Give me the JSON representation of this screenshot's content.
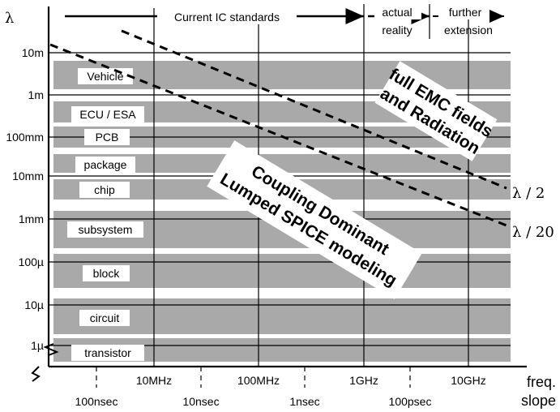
{
  "axes": {
    "y_symbol": "λ",
    "y_ticks": [
      "10m",
      "1m",
      "100mm",
      "10mm",
      "1mm",
      "100µ",
      "10µ",
      "1µ"
    ],
    "x_ticks_top": [
      "10MHz",
      "100MHz",
      "1GHz",
      "10GHz"
    ],
    "x_ticks_bottom": [
      "100nsec",
      "10nsec",
      "1nsec",
      "100psec"
    ],
    "x_label_1": "freq.",
    "x_label_2": "slope"
  },
  "header": {
    "current": "Current IC standards",
    "actual_1": "actual",
    "actual_2": "reality",
    "further_1": "further",
    "further_2": "extension"
  },
  "bands": [
    "Vehicle",
    "ECU / ESA",
    "PCB",
    "package",
    "chip",
    "subsystem",
    "block",
    "circuit",
    "transistor"
  ],
  "lines": {
    "half": "λ / 2",
    "twentieth": "λ / 20"
  },
  "regions": {
    "emc_1": "full EMC fields",
    "emc_2": "and Radiation",
    "coupling_1": "Coupling Dominant",
    "coupling_2": "Lumped SPICE modeling"
  }
}
